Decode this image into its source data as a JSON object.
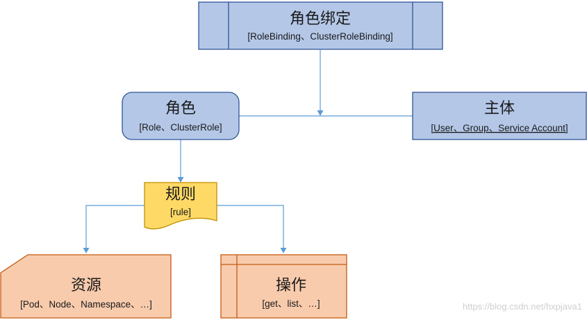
{
  "nodes": {
    "role_binding": {
      "title": "角色绑定",
      "subtitle": "[RoleBinding、ClusterRoleBinding]"
    },
    "role": {
      "title": "角色",
      "subtitle": "[Role、ClusterRole]"
    },
    "subject": {
      "title": "主体",
      "subtitle": "[User、Group、Service Account]"
    },
    "rule": {
      "title": "规则",
      "subtitle": "[rule]"
    },
    "resource": {
      "title": "资源",
      "subtitle": "[Pod、Node、Namespace、…]"
    },
    "operation": {
      "title": "操作",
      "subtitle": "[get、list、…]"
    }
  },
  "watermark": "https://blog.csdn.net/hxpjava1",
  "colors": {
    "blue_fill": "#b4c7e7",
    "blue_stroke": "#2f5597",
    "yellow_fill": "#ffd966",
    "yellow_stroke": "#bf9000",
    "orange_fill": "#f8cbad",
    "orange_stroke": "#c55a11",
    "edge": "#5b9bd5"
  }
}
